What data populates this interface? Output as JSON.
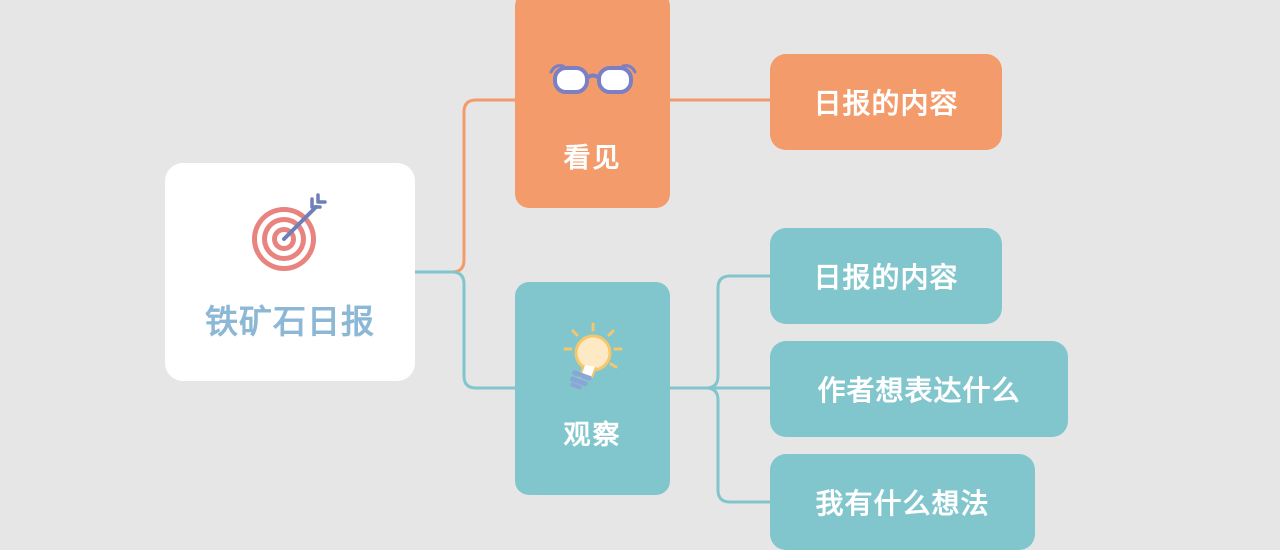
{
  "root": {
    "label": "铁矿石日报",
    "icon": "target-arrow-icon"
  },
  "branches": [
    {
      "label": "看见",
      "icon": "glasses-icon",
      "color": "#f39b6a",
      "children": [
        "日报的内容"
      ]
    },
    {
      "label": "观察",
      "icon": "lightbulb-icon",
      "color": "#82c6cd",
      "children": [
        "日报的内容",
        "作者想表达什么",
        "我有什么想法"
      ]
    }
  ],
  "colors": {
    "background": "#e6e6e6",
    "orange": "#f39b6a",
    "teal": "#82c6cd",
    "root_text": "#8cb8d6"
  }
}
